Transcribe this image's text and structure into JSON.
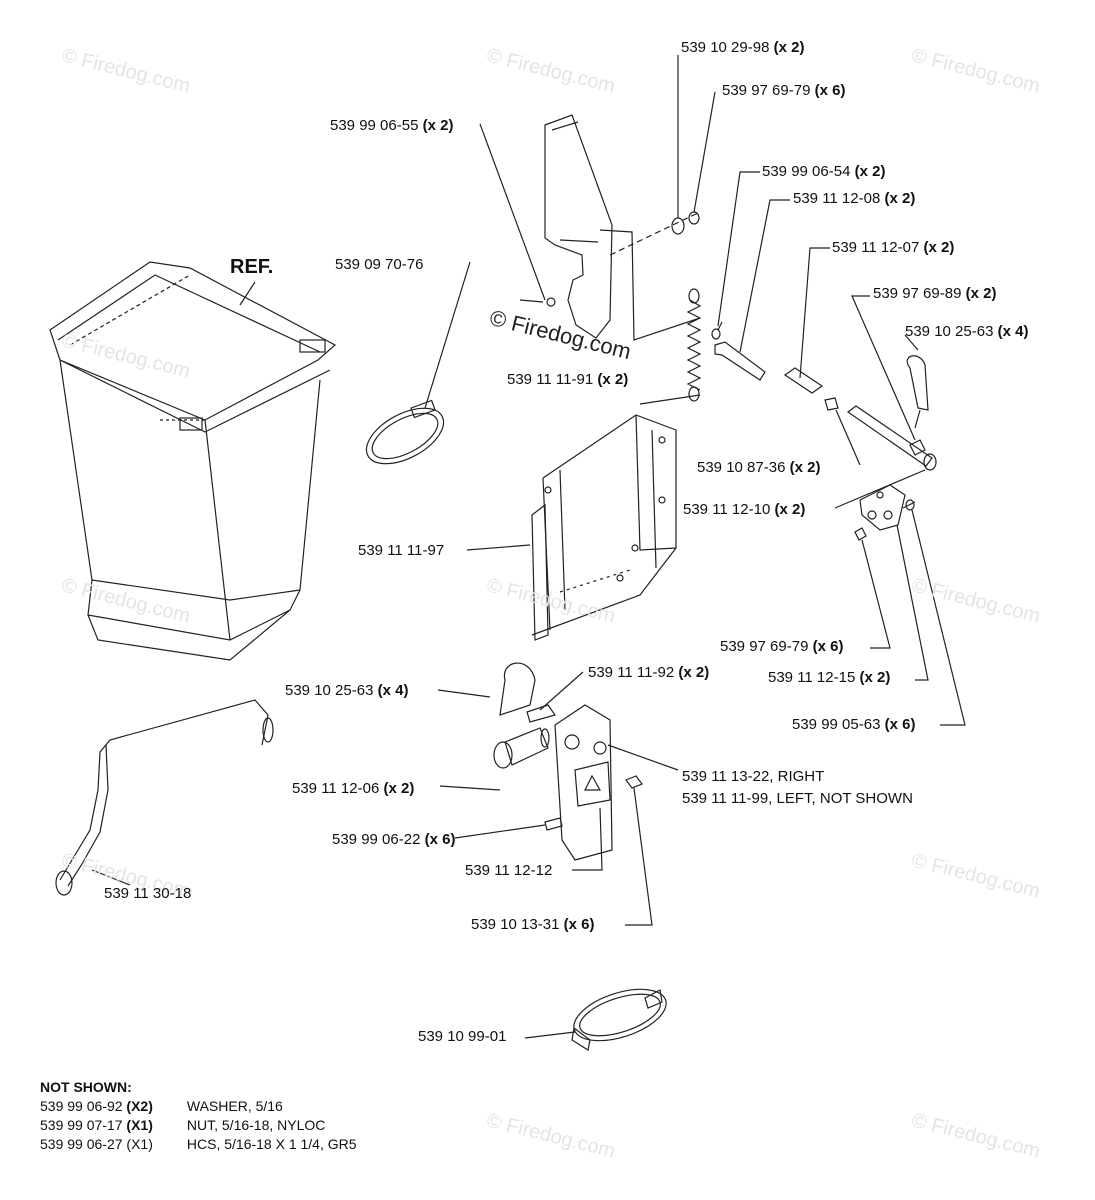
{
  "ref_label": "REF.",
  "watermark": "© Firedog.com",
  "parts": [
    {
      "id": "p1",
      "number": "539 10 29-98",
      "qty": "(x 2)"
    },
    {
      "id": "p2",
      "number": "539 97 69-79",
      "qty": "(x 6)"
    },
    {
      "id": "p3",
      "number": "539 99 06-55",
      "qty": "(x 2)"
    },
    {
      "id": "p4",
      "number": "539 99 06-54",
      "qty": "(x 2)"
    },
    {
      "id": "p5",
      "number": "539 11 12-08",
      "qty": "(x 2)"
    },
    {
      "id": "p6",
      "number": "539 11 12-07",
      "qty": "(x 2)"
    },
    {
      "id": "p7",
      "number": "539 09 70-76",
      "qty": ""
    },
    {
      "id": "p8",
      "number": "539 97 69-89",
      "qty": "(x 2)"
    },
    {
      "id": "p9",
      "number": "539 10 25-63",
      "qty": "(x 4)"
    },
    {
      "id": "p10",
      "number": "539 11 11-91",
      "qty": "(x 2)"
    },
    {
      "id": "p11",
      "number": "539 10 87-36",
      "qty": "(x 2)"
    },
    {
      "id": "p12",
      "number": "539 11 12-10",
      "qty": "(x 2)"
    },
    {
      "id": "p13",
      "number": "539 11 11-97",
      "qty": ""
    },
    {
      "id": "p14",
      "number": "539 97 69-79",
      "qty": "(x 6)"
    },
    {
      "id": "p15",
      "number": "539 11 12-15",
      "qty": "(x 2)"
    },
    {
      "id": "p16",
      "number": "539 10 25-63",
      "qty": "(x 4)"
    },
    {
      "id": "p17",
      "number": "539 11 11-92",
      "qty": "(x 2)"
    },
    {
      "id": "p18",
      "number": "539 99 05-63",
      "qty": "(x 6)"
    },
    {
      "id": "p19",
      "number": "539 11 12-06",
      "qty": "(x 2)"
    },
    {
      "id": "p20",
      "number": "539 11 13-22, RIGHT",
      "qty": ""
    },
    {
      "id": "p21",
      "number": "539 11 11-99, LEFT, NOT SHOWN",
      "qty": ""
    },
    {
      "id": "p22",
      "number": "539 99 06-22",
      "qty": "(x 6)"
    },
    {
      "id": "p23",
      "number": "539 11 12-12",
      "qty": ""
    },
    {
      "id": "p24",
      "number": "539 11 30-18",
      "qty": ""
    },
    {
      "id": "p25",
      "number": "539 10 13-31",
      "qty": "(x 6)"
    },
    {
      "id": "p26",
      "number": "539 10 99-01",
      "qty": ""
    }
  ],
  "not_shown": {
    "heading": "NOT SHOWN:",
    "items": [
      {
        "number": "539 99 06-92",
        "qty": "(X2)",
        "desc": "WASHER, 5/16"
      },
      {
        "number": "539 99 07-17",
        "qty": "(X1)",
        "desc": "NUT, 5/16-18, NYLOC"
      },
      {
        "number": "539 99 06-27",
        "qty": "(X1)",
        "desc": "HCS, 5/16-18 X 1 1/4, GR5"
      }
    ]
  }
}
